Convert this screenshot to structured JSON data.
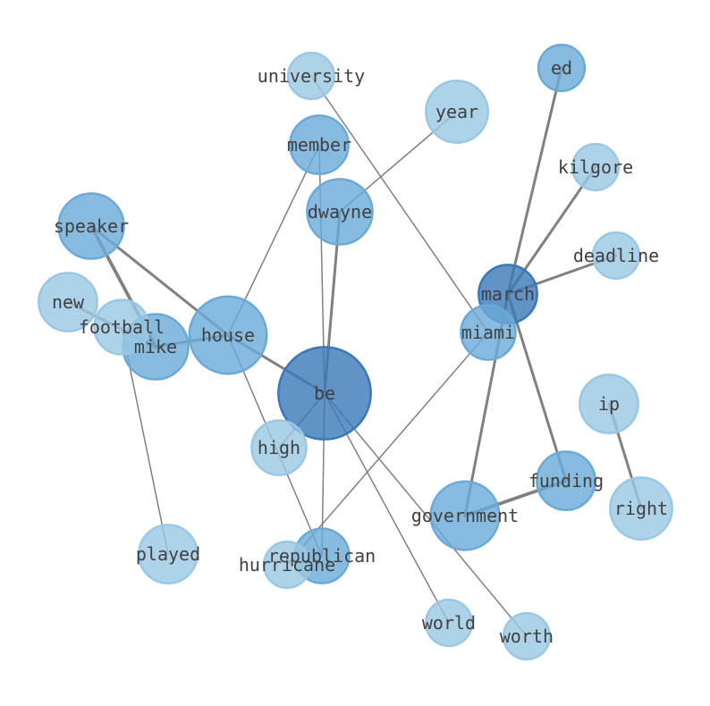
{
  "graph": {
    "nodes": [
      {
        "id": "be",
        "label": "be",
        "weight": 10,
        "color": "#3a78b9"
      },
      {
        "id": "house",
        "label": "house",
        "weight": 7,
        "color": "#6aaad8"
      },
      {
        "id": "government",
        "label": "government",
        "weight": 5.5,
        "color": "#6aaad8"
      },
      {
        "id": "speaker",
        "label": "speaker",
        "weight": 5,
        "color": "#6aaad8"
      },
      {
        "id": "dwayne",
        "label": "dwayne",
        "weight": 5,
        "color": "#6aaad8"
      },
      {
        "id": "mike",
        "label": "mike",
        "weight": 5,
        "color": "#6aaad8"
      },
      {
        "id": "right",
        "label": "right",
        "weight": 4.5,
        "color": "#9ac8e4"
      },
      {
        "id": "year",
        "label": "year",
        "weight": 4.5,
        "color": "#9ac8e4"
      },
      {
        "id": "march",
        "label": "march",
        "weight": 4,
        "color": "#3a78b9"
      },
      {
        "id": "funding",
        "label": "funding",
        "weight": 4,
        "color": "#6aaad8"
      },
      {
        "id": "member",
        "label": "member",
        "weight": 4,
        "color": "#6aaad8"
      },
      {
        "id": "played",
        "label": "played",
        "weight": 4,
        "color": "#9ac8e4"
      },
      {
        "id": "new",
        "label": "new",
        "weight": 4,
        "color": "#9ac8e4"
      },
      {
        "id": "ip",
        "label": "ip",
        "weight": 4,
        "color": "#9ac8e4"
      },
      {
        "id": "republican",
        "label": "republican",
        "weight": 3.5,
        "color": "#6aaad8"
      },
      {
        "id": "miami",
        "label": "miami",
        "weight": 3.5,
        "color": "#6aaad8"
      },
      {
        "id": "football",
        "label": "football",
        "weight": 3.5,
        "color": "#9ac8e4"
      },
      {
        "id": "high",
        "label": "high",
        "weight": 3.5,
        "color": "#9ac8e4"
      },
      {
        "id": "worth",
        "label": "worth",
        "weight": 2.5,
        "color": "#9ac8e4"
      },
      {
        "id": "world",
        "label": "world",
        "weight": 2.5,
        "color": "#9ac8e4"
      },
      {
        "id": "hurricane",
        "label": "hurricane",
        "weight": 2.5,
        "color": "#9ac8e4"
      },
      {
        "id": "university",
        "label": "university",
        "weight": 2.5,
        "color": "#9ac8e4"
      },
      {
        "id": "ed",
        "label": "ed",
        "weight": 2.5,
        "color": "#6aaad8"
      },
      {
        "id": "kilgore",
        "label": "kilgore",
        "weight": 2.5,
        "color": "#9ac8e4"
      },
      {
        "id": "deadline",
        "label": "deadline",
        "weight": 2.5,
        "color": "#9ac8e4"
      }
    ],
    "edges": [
      {
        "source": "be",
        "target": "house",
        "weight": 2
      },
      {
        "source": "be",
        "target": "dwayne",
        "weight": 2
      },
      {
        "source": "be",
        "target": "member",
        "weight": 1
      },
      {
        "source": "be",
        "target": "high",
        "weight": 1
      },
      {
        "source": "be",
        "target": "republican",
        "weight": 1
      },
      {
        "source": "be",
        "target": "world",
        "weight": 1
      },
      {
        "source": "be",
        "target": "worth",
        "weight": 1
      },
      {
        "source": "house",
        "target": "speaker",
        "weight": 2
      },
      {
        "source": "house",
        "target": "mike",
        "weight": 2
      },
      {
        "source": "house",
        "target": "member",
        "weight": 1
      },
      {
        "source": "house",
        "target": "republican",
        "weight": 1
      },
      {
        "source": "speaker",
        "target": "mike",
        "weight": 2.5
      },
      {
        "source": "mike",
        "target": "new",
        "weight": 2
      },
      {
        "source": "football",
        "target": "played",
        "weight": 1
      },
      {
        "source": "dwayne",
        "target": "year",
        "weight": 1
      },
      {
        "source": "university",
        "target": "miami",
        "weight": 1
      },
      {
        "source": "miami",
        "target": "hurricane",
        "weight": 1
      },
      {
        "source": "march",
        "target": "ed",
        "weight": 2
      },
      {
        "source": "march",
        "target": "kilgore",
        "weight": 2
      },
      {
        "source": "march",
        "target": "deadline",
        "weight": 2
      },
      {
        "source": "march",
        "target": "government",
        "weight": 2
      },
      {
        "source": "march",
        "target": "funding",
        "weight": 2
      },
      {
        "source": "government",
        "target": "funding",
        "weight": 2.5
      },
      {
        "source": "ip",
        "target": "right",
        "weight": 2
      }
    ]
  }
}
